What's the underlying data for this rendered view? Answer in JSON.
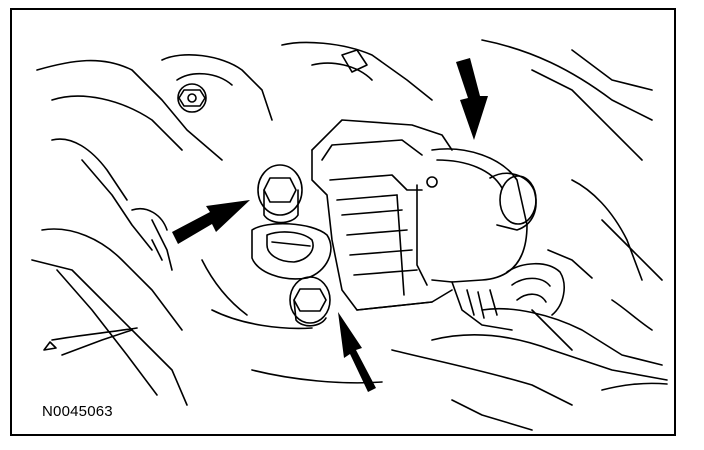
{
  "figure": {
    "id_label": "N0045063",
    "subject": "component-mounting-bolts",
    "line_color": "#000000",
    "background": "#ffffff"
  },
  "callouts": [
    {
      "name": "arrow-upper-bolt",
      "points_to": "upper-bolt"
    },
    {
      "name": "arrow-lower-bolt",
      "points_to": "lower-bolt"
    },
    {
      "name": "arrow-electrical-connector",
      "points_to": "electrical-connector"
    }
  ]
}
